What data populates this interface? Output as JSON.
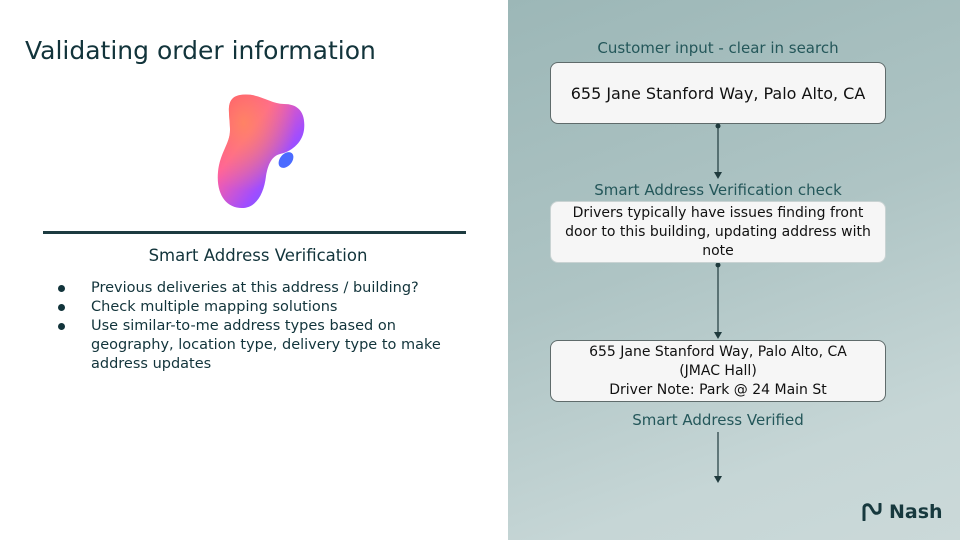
{
  "slide": {
    "title": "Validating order information"
  },
  "left_panel": {
    "section_title": "Smart Address Verification",
    "bullets": [
      "Previous deliveries at this address / building?",
      "Check multiple mapping solutions",
      "Use similar-to-me address types based on geography, location type, delivery type to make address updates"
    ]
  },
  "flow": {
    "customer_input_label": "Customer input - clear in search",
    "customer_input_box": "655 Jane Stanford Way, Palo Alto, CA",
    "verification_check_label": "Smart Address Verification check",
    "verification_check_box": "Drivers typically have issues finding front door to this building, updating address with note",
    "result_box": "655 Jane Stanford Way, Palo Alto, CA\n(JMAC Hall)\nDriver Note: Park @ 24 Main St",
    "verified_label": "Smart Address Verified"
  },
  "brand": {
    "name": "Nash"
  },
  "colors": {
    "text_dark": "#12343b",
    "panel_teal": "#aec4c4",
    "label_teal": "#24575a",
    "box_fill": "#f6f6f6"
  }
}
